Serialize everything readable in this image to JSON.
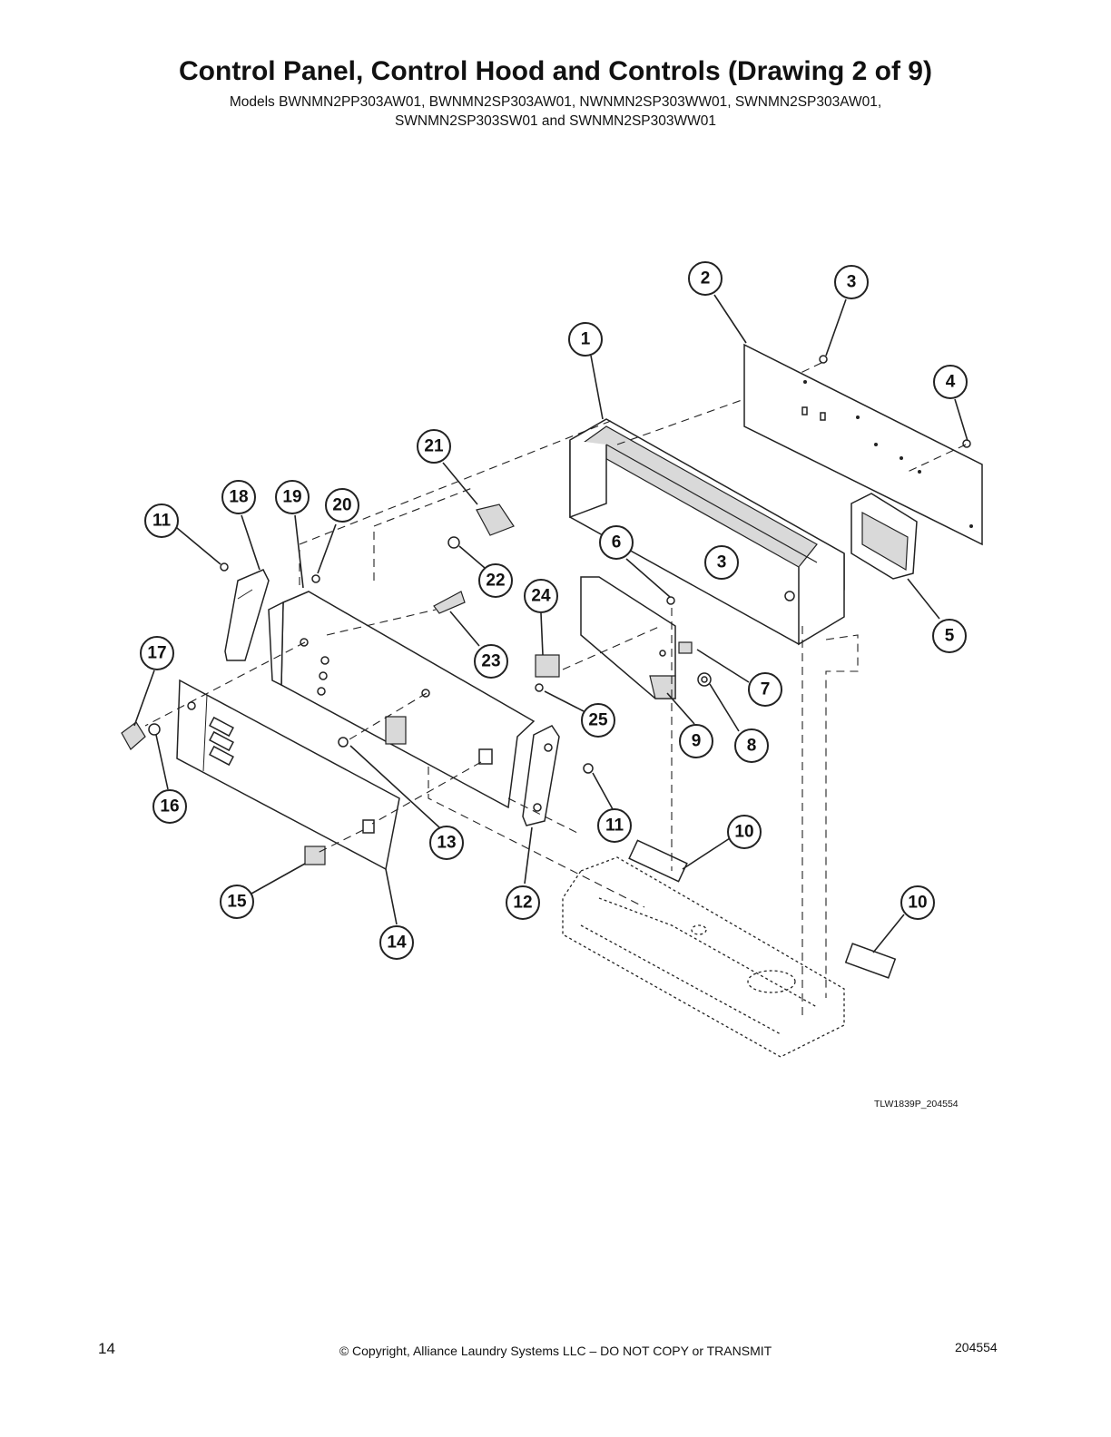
{
  "header": {
    "title": "Control Panel, Control Hood and Controls (Drawing 2 of 9)",
    "models_line1": "Models BWNMN2PP303AW01, BWNMN2SP303AW01, NWNMN2SP303WW01, SWNMN2SP303AW01,",
    "models_line2": "SWNMN2SP303SW01 and SWNMN2SP303WW01"
  },
  "diagram": {
    "drawing_id": "TLW1839P_204554",
    "callouts": [
      "1",
      "2",
      "3",
      "3",
      "4",
      "5",
      "6",
      "7",
      "8",
      "9",
      "10",
      "10",
      "11",
      "11",
      "12",
      "13",
      "14",
      "15",
      "16",
      "17",
      "18",
      "19",
      "20",
      "21",
      "22",
      "23",
      "24",
      "25"
    ]
  },
  "footer": {
    "page_number": "14",
    "copyright": "© Copyright, Alliance Laundry Systems LLC – DO NOT COPY or TRANSMIT",
    "document_number": "204554"
  }
}
